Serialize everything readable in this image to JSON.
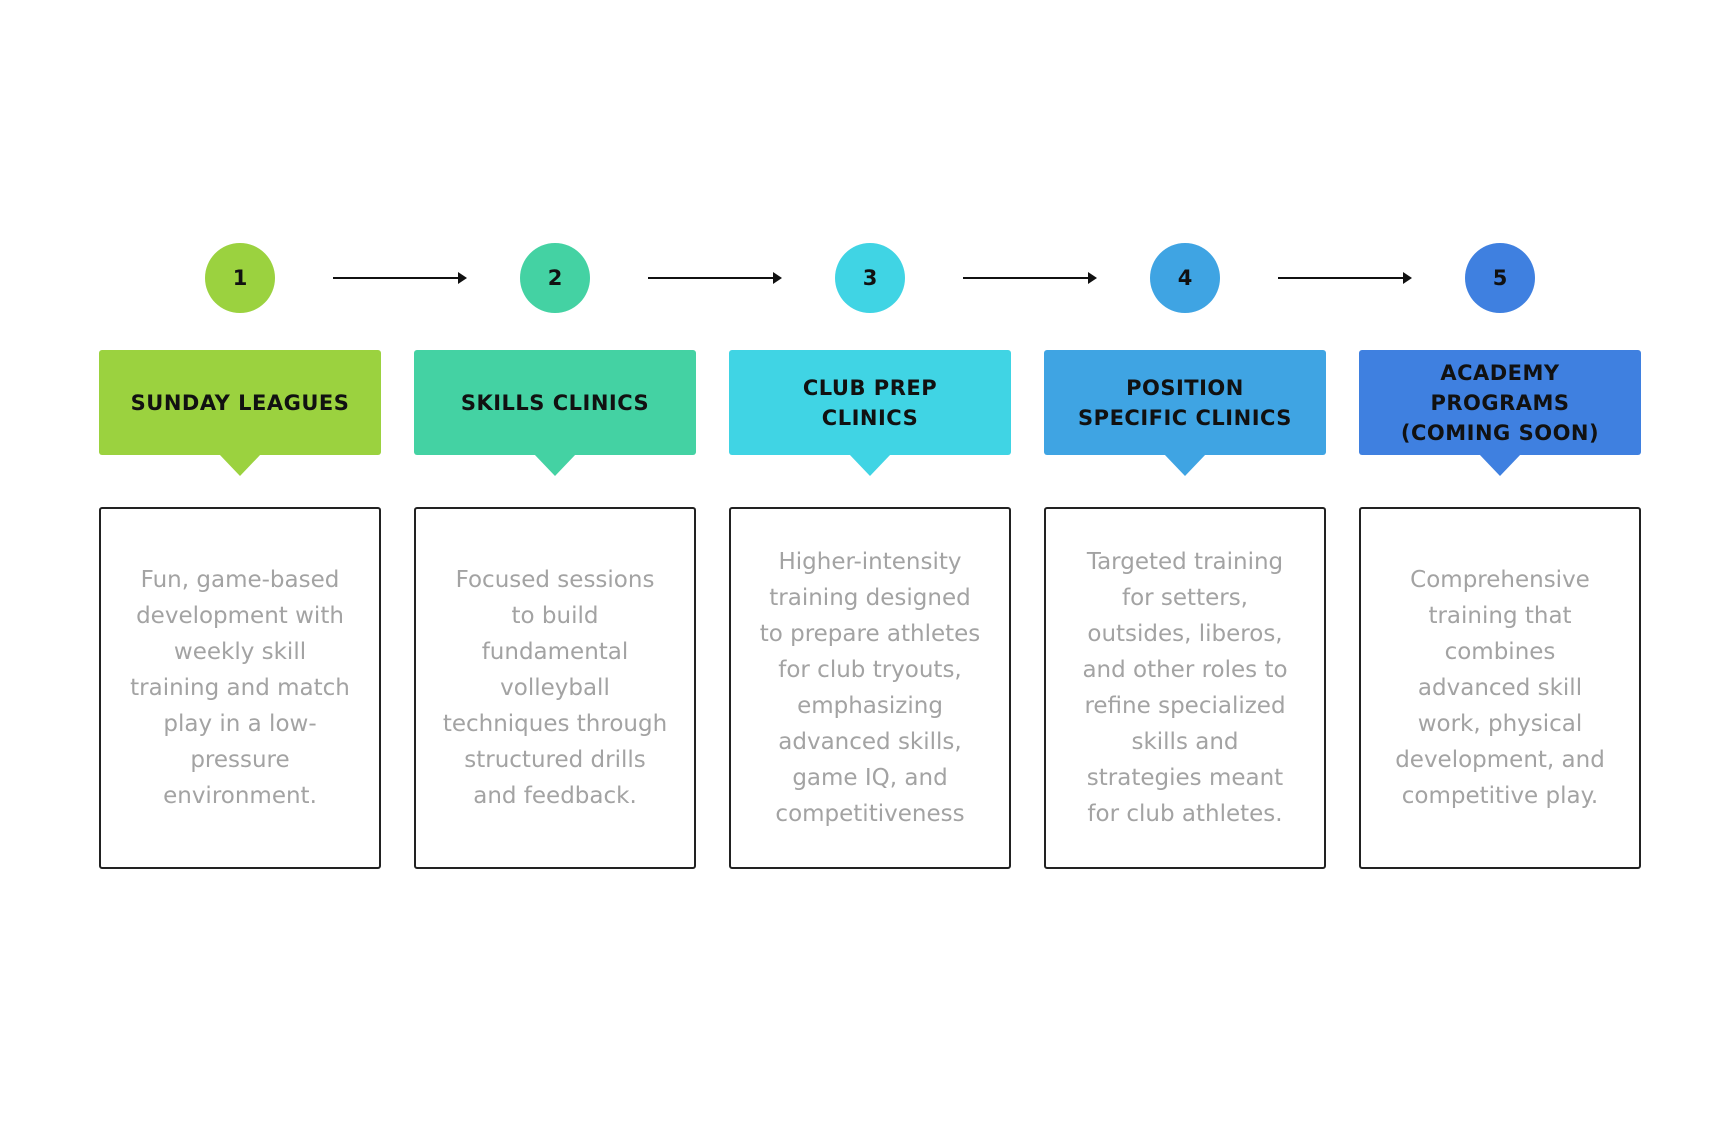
{
  "steps": [
    {
      "number": "1",
      "label_lines": [
        "SUNDAY LEAGUES"
      ],
      "description": "Fun, game-based development with weekly skill training and match play in a low-pressure environment.",
      "color": "#9bd23f"
    },
    {
      "number": "2",
      "label_lines": [
        "SKILLS CLINICS"
      ],
      "description": "Focused sessions to build fundamental volleyball techniques through structured drills and feedback.",
      "color": "#44d2a3"
    },
    {
      "number": "3",
      "label_lines": [
        "CLUB PREP",
        "CLINICS"
      ],
      "description": "Higher-intensity training designed to prepare athletes for club tryouts, emphasizing advanced skills, game IQ, and competitiveness",
      "color": "#40d4e4"
    },
    {
      "number": "4",
      "label_lines": [
        "POSITION",
        "SPECIFIC CLINICS"
      ],
      "description": "Targeted training for setters, outsides, liberos, and other roles to refine specialized skills and strategies meant for club athletes.",
      "color": "#3fa4e3"
    },
    {
      "number": "5",
      "label_lines": [
        "ACADEMY",
        "PROGRAMS",
        "(COMING SOON)"
      ],
      "description": "Comprehensive training that combines advanced skill work, physical development, and competitive play.",
      "color": "#3f80e0"
    }
  ]
}
